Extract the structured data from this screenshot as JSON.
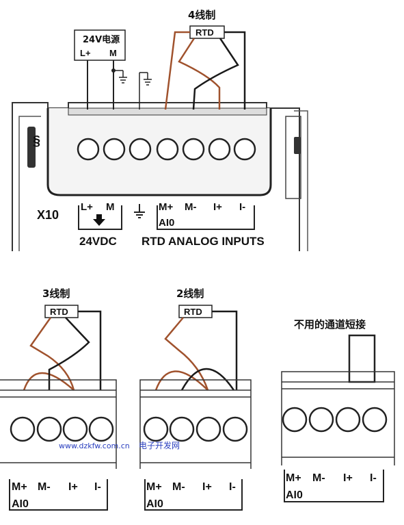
{
  "colors": {
    "wire_brown": "#a0522d",
    "wire_black": "#1a1a1a",
    "watermark": "#2a3fbf"
  },
  "top": {
    "power_box_label": "24V电源",
    "power_lplus": "L+",
    "power_m": "M",
    "wire_title": "4线制",
    "rtd_label": "RTD",
    "module_logo_icon": "siemens-s-logo-icon",
    "connector_id": "X10",
    "term_lplus": "L+",
    "term_m": "M",
    "term_mplus": "M+",
    "term_mminus": "M-",
    "term_iplus": "I+",
    "term_iminus": "I-",
    "ai_label": "AI0",
    "supply_label": "24VDC",
    "inputs_label": "RTD ANALOG INPUTS"
  },
  "panels": [
    {
      "title": "3线制",
      "rtd_label": "RTD",
      "terms": [
        "M+",
        "M-",
        "I+",
        "I-"
      ],
      "ai_label": "AI0"
    },
    {
      "title": "2线制",
      "rtd_label": "RTD",
      "terms": [
        "M+",
        "M-",
        "I+",
        "I-"
      ],
      "ai_label": "AI0"
    },
    {
      "title": "不用的通道短接",
      "terms": [
        "M+",
        "M-",
        "I+",
        "I-"
      ],
      "ai_label": "AI0"
    }
  ],
  "watermark": {
    "url": "www.dzkfw.com.cn",
    "site": "电子开发网"
  }
}
